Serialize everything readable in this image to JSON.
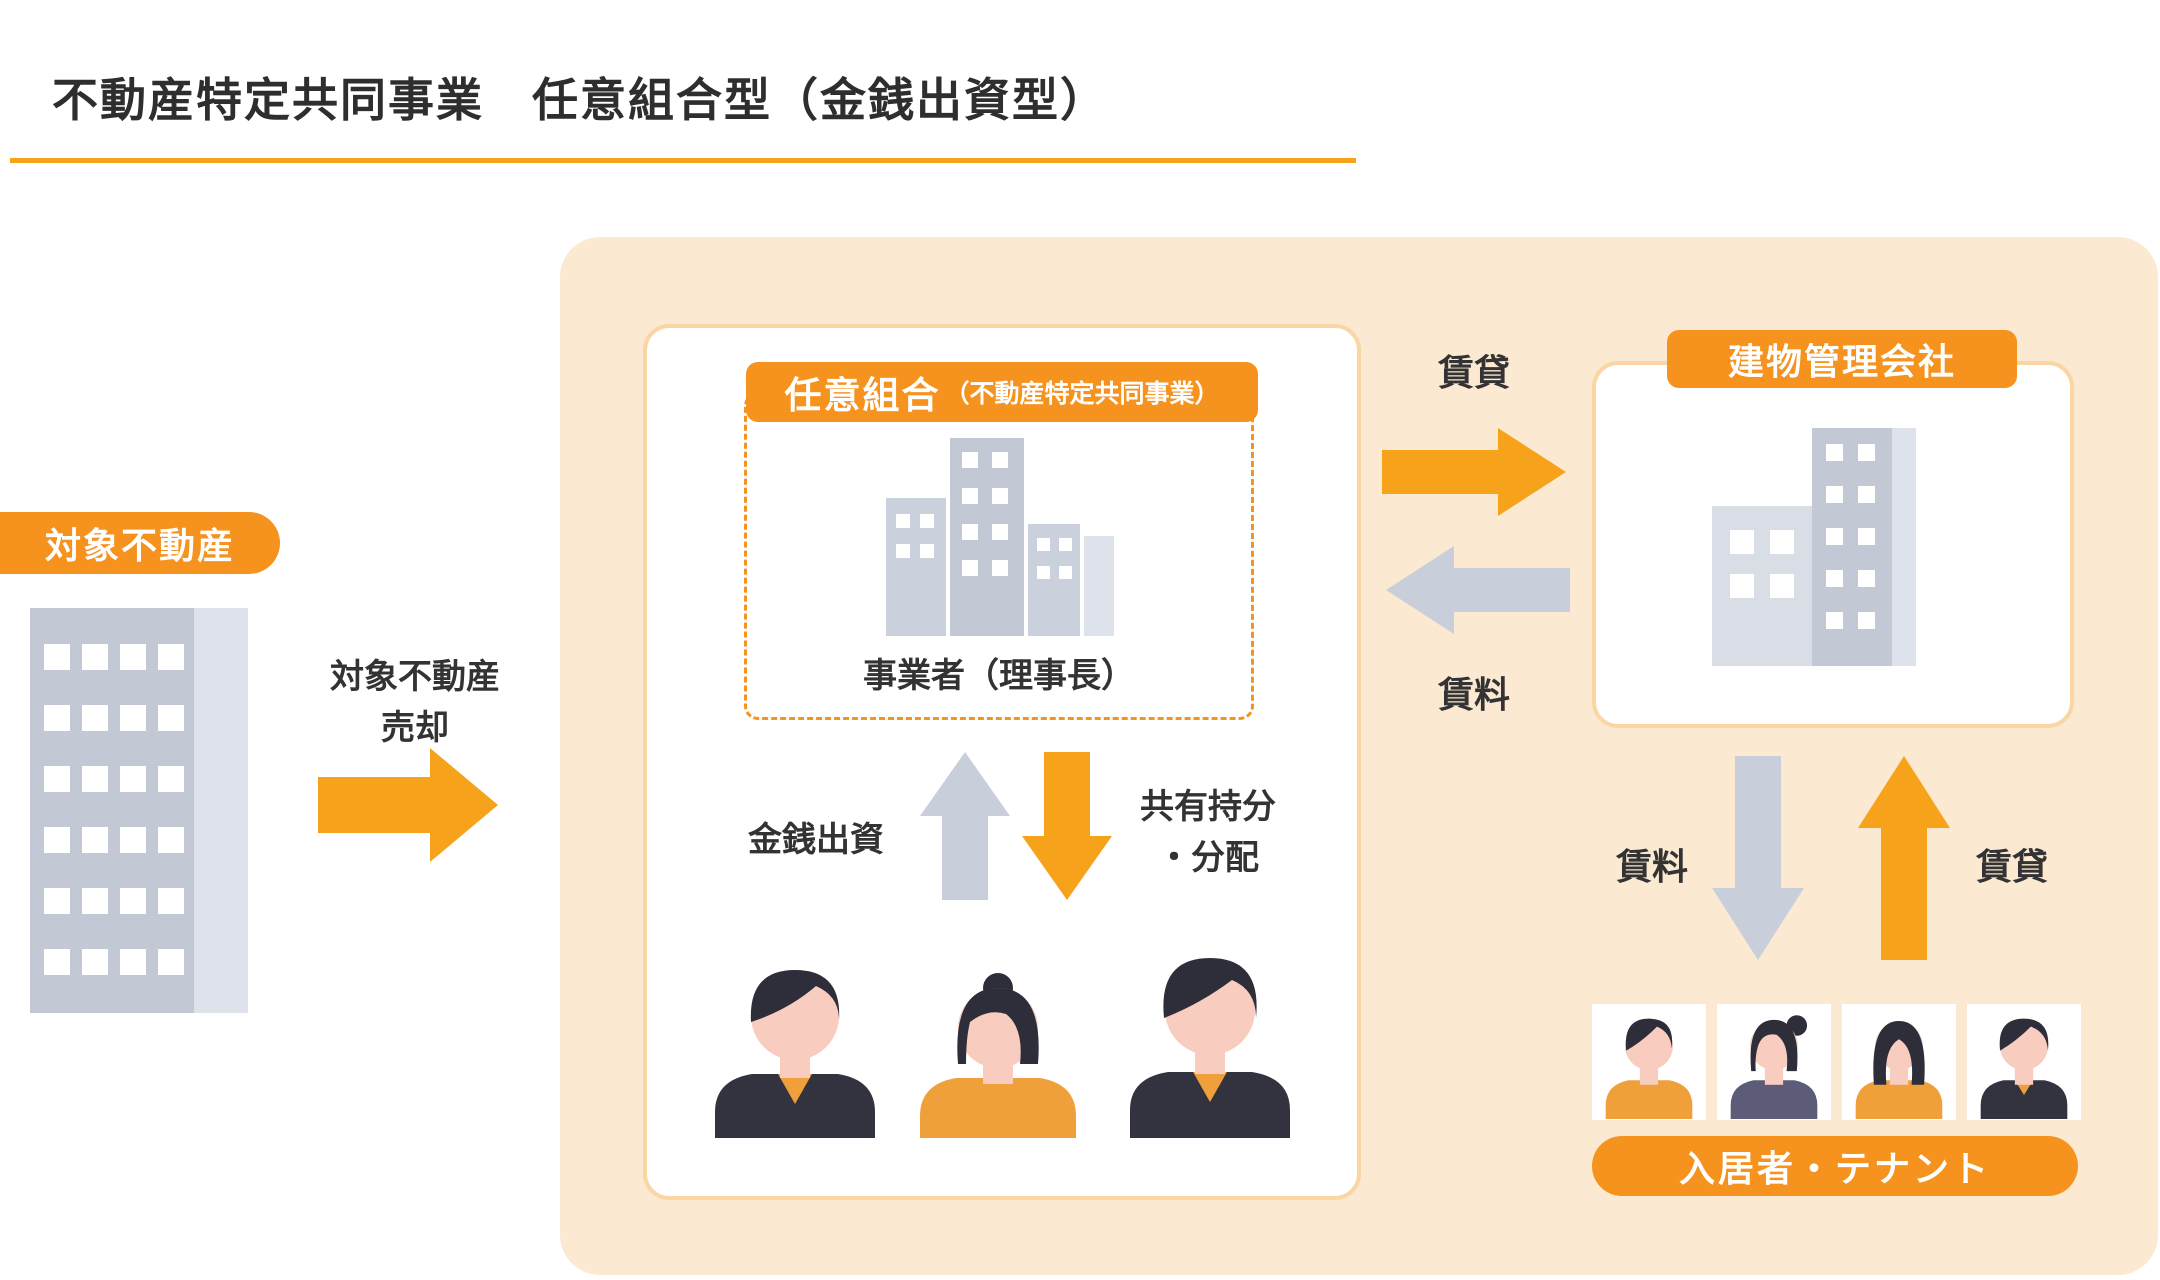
{
  "title": "不動産特定共同事業　任意組合型（金銭出資型）",
  "property": {
    "badge": "対象不動産",
    "sale_label": [
      "対象不動産",
      "売却"
    ]
  },
  "partnership": {
    "badge_main": "任意組合",
    "badge_sub": "（不動産特定共同事業）",
    "operator_label": "事業者（理事長）",
    "invest_label": "金銭出資",
    "share_label": [
      "共有持分",
      "・分配"
    ]
  },
  "management": {
    "badge": "建物管理会社",
    "lease_label": "賃貸",
    "rent_label": "賃料"
  },
  "tenants": {
    "badge": "入居者・テナント",
    "rent_label": "賃料",
    "lease_label": "賃貸"
  },
  "colors": {
    "orange": "#F6921E",
    "arrow_orange": "#F7A21B",
    "panel_peach": "#FCE9D2",
    "box_border": "#F9D6A4",
    "gray_arrow": "#C8CEDA",
    "text": "#333333",
    "building_gray": "#C2C8D4",
    "building_mid": "#CBD1DC",
    "building_light": "#DEE2EA",
    "building_lighter": "#D9DDE5",
    "skin": "#F8CCBE",
    "hair": "#2E2D3A",
    "shirt_orange": "#F0A03B",
    "coat_dark": "#33323F",
    "top_purple": "#5C5C78"
  }
}
